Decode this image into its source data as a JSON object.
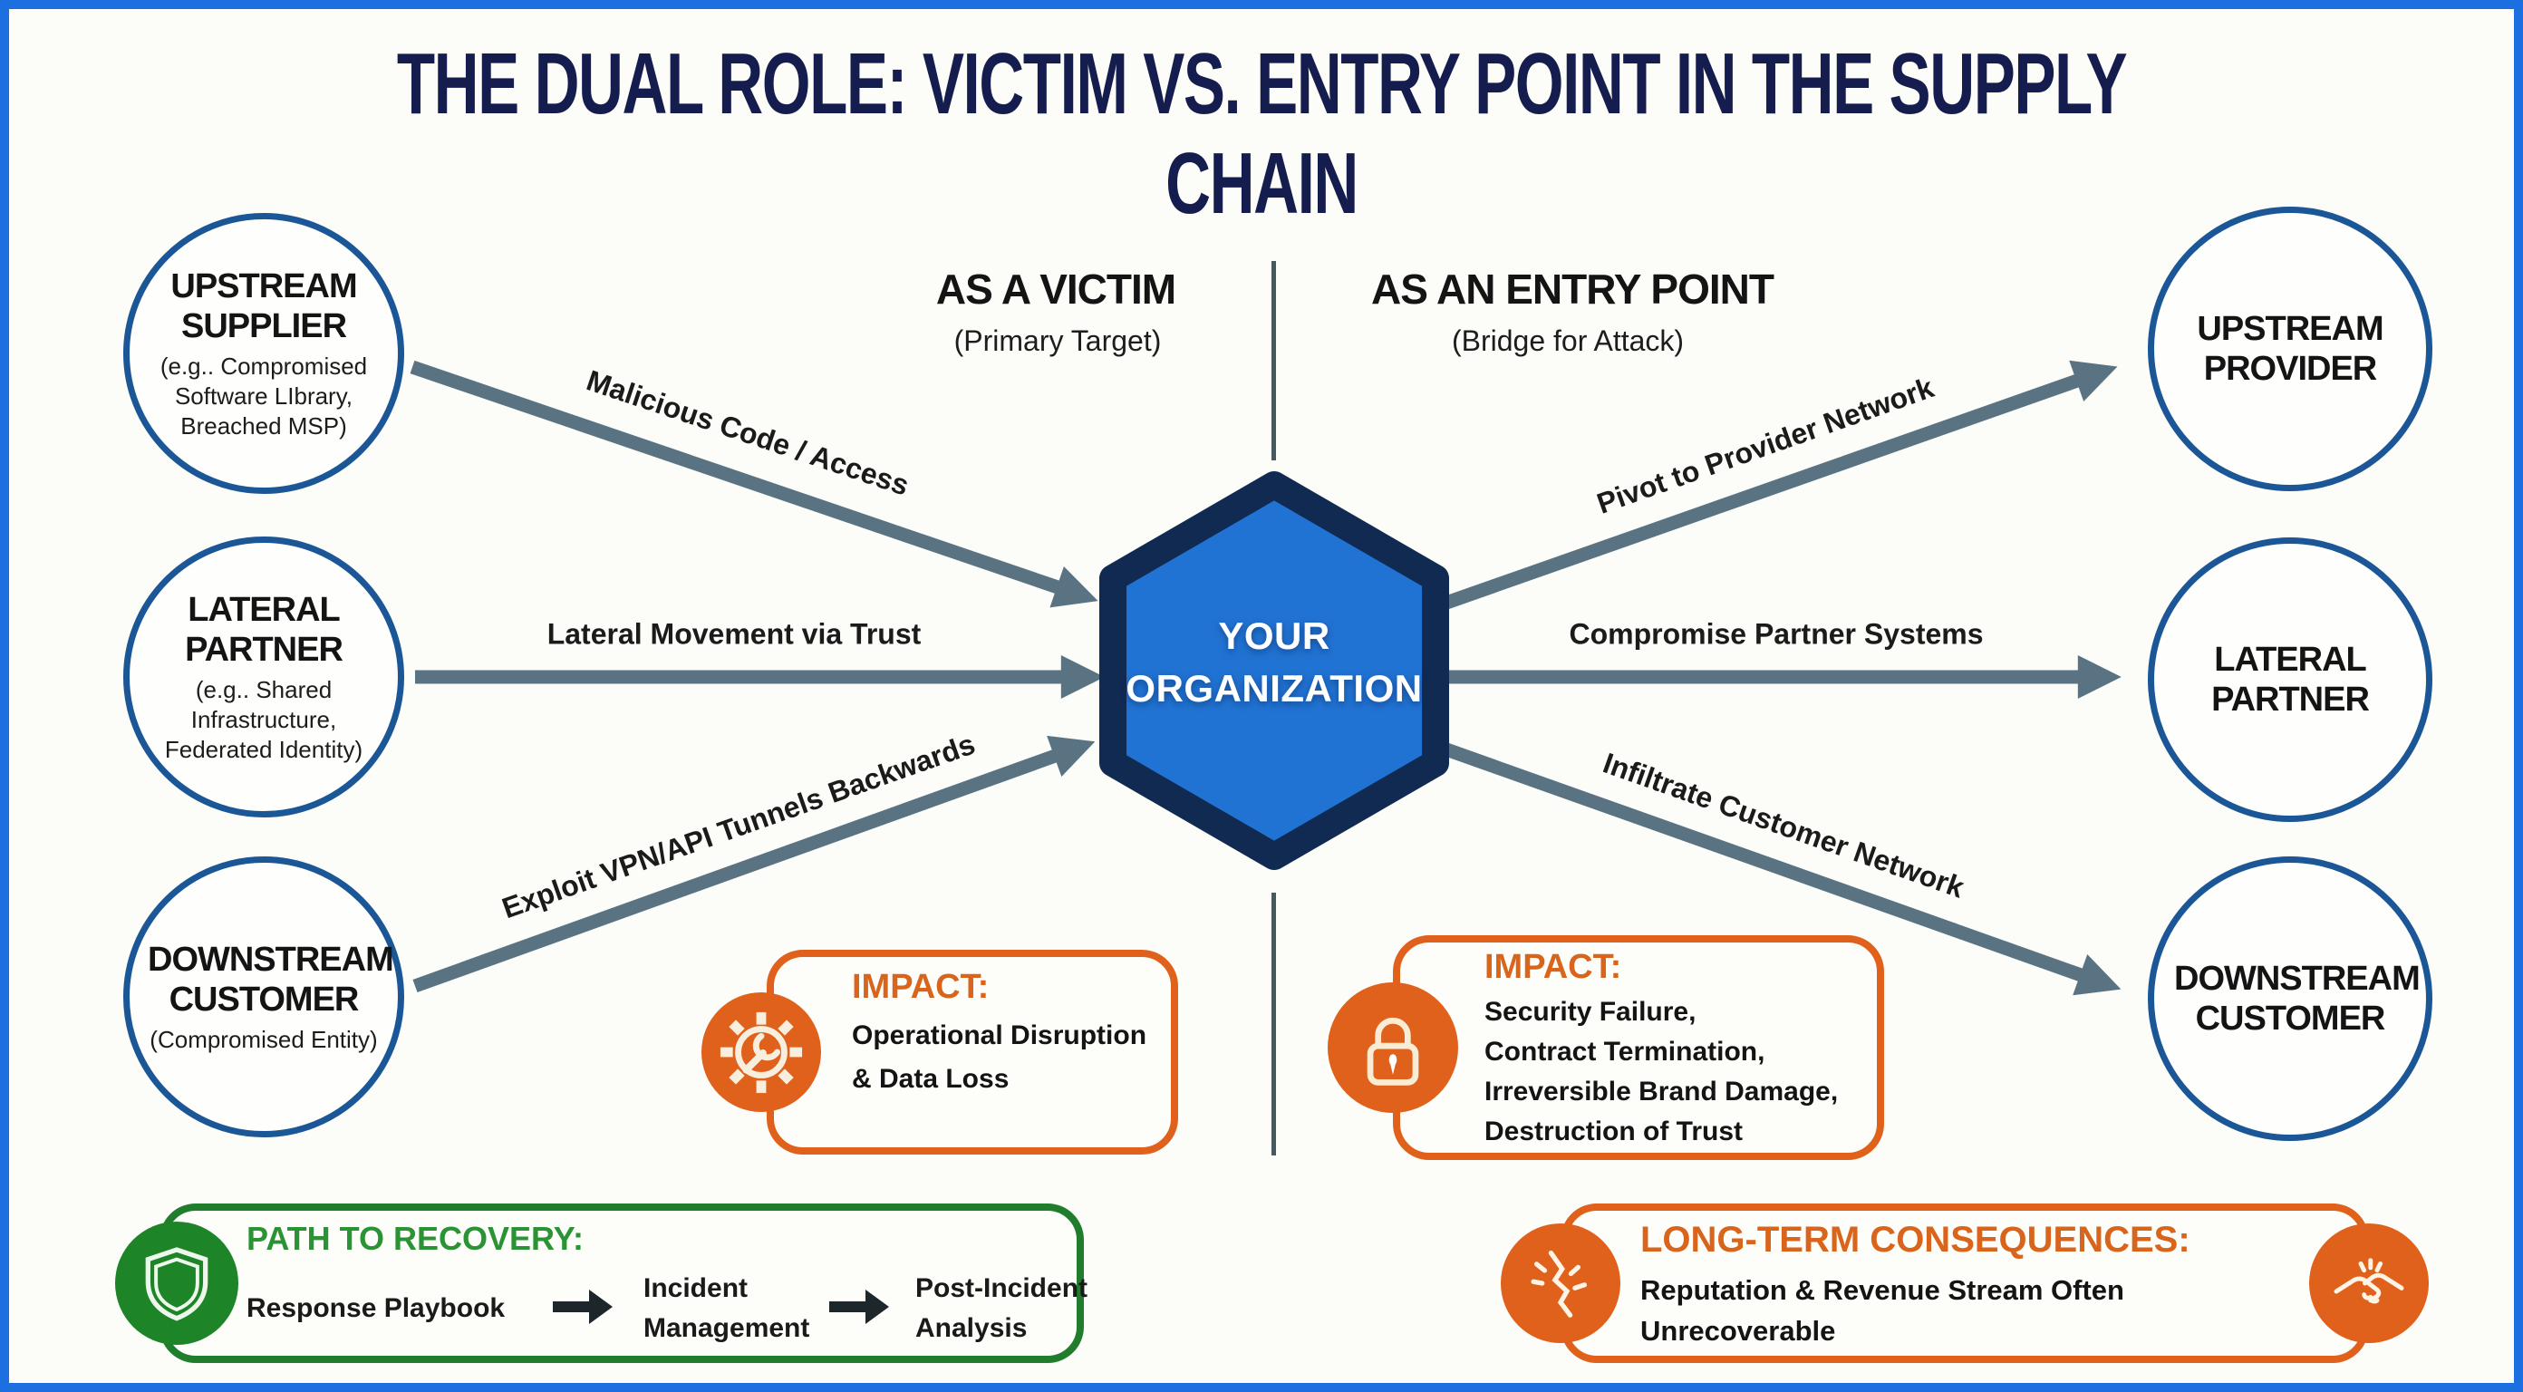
{
  "title": "THE DUAL ROLE: VICTIM VS. ENTRY POINT IN THE SUPPLY CHAIN",
  "sections": {
    "victim": {
      "heading": "AS A VICTIM",
      "subheading": "(Primary Target)"
    },
    "entry_point": {
      "heading": "AS AN ENTRY POINT",
      "subheading": "(Bridge for Attack)"
    }
  },
  "center_node": {
    "line1": "YOUR",
    "line2": "ORGANIZATION"
  },
  "left_nodes": [
    {
      "name": "UPSTREAM SUPPLIER",
      "detail": "(e.g.. Compromised Software LIbrary, Breached MSP)"
    },
    {
      "name": "LATERAL PARTNER",
      "detail": "(e.g.. Shared Infrastructure, Federated Identity)"
    },
    {
      "name": "DOWNSTREAM CUSTOMER",
      "detail": "(Compromised Entity)"
    }
  ],
  "right_nodes": [
    {
      "name": "UPSTREAM PROVIDER"
    },
    {
      "name": "LATERAL PARTNER"
    },
    {
      "name": "DOWNSTREAM CUSTOMER"
    }
  ],
  "attack_labels_left": [
    "Malicious Code / Access",
    "Lateral Movement via Trust",
    "Exploit VPN/API Tunnels Backwards"
  ],
  "attack_labels_right": [
    "Pivot to Provider Network",
    "Compromise Partner Systems",
    "Infiltrate Customer Network"
  ],
  "impact_victim": {
    "label": "IMPACT:",
    "lines": [
      "Operational Disruption",
      "& Data Loss"
    ],
    "icon": "gear-wrench-icon"
  },
  "impact_entry": {
    "label": "IMPACT:",
    "lines": [
      "Security Failure,",
      "Contract Termination,",
      "Irreversible Brand Damage,",
      "Destruction of Trust"
    ],
    "icon": "padlock-icon"
  },
  "recovery": {
    "label": "PATH TO RECOVERY:",
    "steps": [
      "Response Playbook",
      "Incident Management",
      "Post-Incident Analysis"
    ],
    "icon": "shield-icon"
  },
  "consequences": {
    "label": "LONG-TERM CONSEQUENCES:",
    "lines": [
      "Reputation & Revenue Stream Often",
      "Unrecoverable"
    ],
    "icon_left": "fracture-icon",
    "icon_right": "handshake-icon"
  },
  "colors": {
    "frame_blue": "#1c6fe0",
    "title_navy": "#151d4f",
    "node_border_blue": "#1b5696",
    "arrow_slate": "#5a7383",
    "divider_gray": "#46595f",
    "hexagon_fill": "#2173d3",
    "hexagon_border": "#112a52",
    "accent_orange": "#e0611c",
    "accent_green": "#1f7d2b",
    "flow_arrow_black": "#1d262b"
  }
}
